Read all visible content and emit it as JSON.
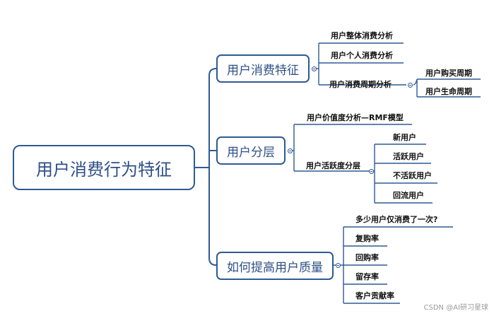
{
  "root": {
    "label": "用户消费行为特征"
  },
  "branches": [
    {
      "label": "用户消费特征",
      "children": [
        {
          "label": "用户整体消费分析"
        },
        {
          "label": "用户个人消费分析"
        },
        {
          "label": "用户消费周期分析",
          "children": [
            {
              "label": "用户购买周期"
            },
            {
              "label": "用户生命周期"
            }
          ]
        }
      ]
    },
    {
      "label": "用户分层",
      "children": [
        {
          "label": "用户价值度分析—RMF模型"
        },
        {
          "label": "用户活跃度分层",
          "children": [
            {
              "label": "新用户"
            },
            {
              "label": "活跃用户"
            },
            {
              "label": "不活跃用户"
            },
            {
              "label": "回流用户"
            }
          ]
        }
      ]
    },
    {
      "label": "如何提高用户质量",
      "children": [
        {
          "label": "多少用户仅消费了一次?"
        },
        {
          "label": "复购率"
        },
        {
          "label": "回购率"
        },
        {
          "label": "留存率"
        },
        {
          "label": "客户贡献率"
        }
      ]
    }
  ],
  "watermark": "CSDN @AI研习星球"
}
